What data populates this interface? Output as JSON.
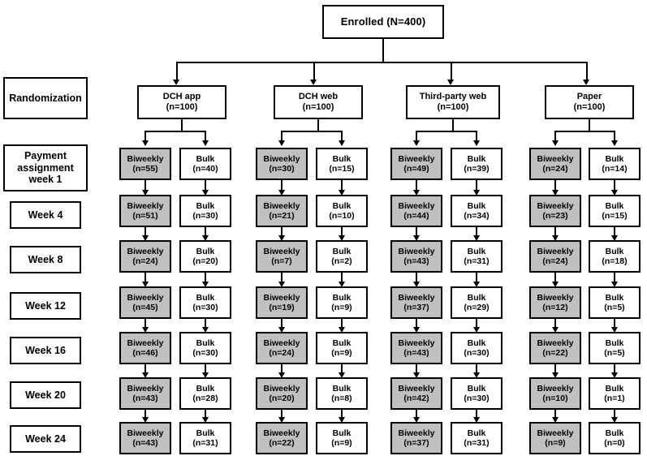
{
  "figure": {
    "type": "consort-flow-diagram",
    "title_box": {
      "label": "Enrolled (N=400)"
    },
    "colors": {
      "biweekly_fill": "#c0c0c0",
      "bulk_fill": "#ffffff",
      "stroke": "#000000",
      "background": "#ffffff"
    }
  },
  "stage_labels": [
    {
      "id": "randomization",
      "lines": [
        "Randomization"
      ]
    },
    {
      "id": "payment-assignment-week-1",
      "lines": [
        "Payment",
        "assignment",
        "week 1"
      ]
    },
    {
      "id": "week-4",
      "lines": [
        "Week 4"
      ]
    },
    {
      "id": "week-8",
      "lines": [
        "Week 8"
      ]
    },
    {
      "id": "week-12",
      "lines": [
        "Week 12"
      ]
    },
    {
      "id": "week-16",
      "lines": [
        "Week 16"
      ]
    },
    {
      "id": "week-20",
      "lines": [
        "Week 20"
      ]
    },
    {
      "id": "week-24",
      "lines": [
        "Week 24"
      ]
    }
  ],
  "groups": [
    {
      "id": "dch-app",
      "name": "DCH app",
      "n_label": "(n=100)"
    },
    {
      "id": "dch-web",
      "name": "DCH web",
      "n_label": "(n=100)"
    },
    {
      "id": "third-party-web",
      "name": "Third-party web",
      "n_label": "(n=100)"
    },
    {
      "id": "paper",
      "name": "Paper",
      "n_label": "(n=100)"
    }
  ],
  "arm_labels": {
    "biweekly": "Biweekly",
    "bulk": "Bulk"
  },
  "rows": [
    {
      "stage": "Payment assignment week 1",
      "cells": [
        {
          "group": "DCH app",
          "biweekly": "(n=55)",
          "bulk": "(n=40)"
        },
        {
          "group": "DCH web",
          "biweekly": "(n=30)",
          "bulk": "(n=15)"
        },
        {
          "group": "Third-party web",
          "biweekly": "(n=49)",
          "bulk": "(n=39)"
        },
        {
          "group": "Paper",
          "biweekly": "(n=24)",
          "bulk": "(n=14)"
        }
      ]
    },
    {
      "stage": "Week 4",
      "cells": [
        {
          "group": "DCH app",
          "biweekly": "(n=51)",
          "bulk": "(n=30)"
        },
        {
          "group": "DCH web",
          "biweekly": "(n=21)",
          "bulk": "(n=10)"
        },
        {
          "group": "Third-party web",
          "biweekly": "(n=44)",
          "bulk": "(n=34)"
        },
        {
          "group": "Paper",
          "biweekly": "(n=23)",
          "bulk": "(n=15)"
        }
      ]
    },
    {
      "stage": "Week 8",
      "cells": [
        {
          "group": "DCH app",
          "biweekly": "(n=24)",
          "bulk": "(n=20)"
        },
        {
          "group": "DCH web",
          "biweekly": "(n=7)",
          "bulk": "(n=2)"
        },
        {
          "group": "Third-party web",
          "biweekly": "(n=43)",
          "bulk": "(n=31)"
        },
        {
          "group": "Paper",
          "biweekly": "(n=24)",
          "bulk": "(n=18)"
        }
      ]
    },
    {
      "stage": "Week 12",
      "cells": [
        {
          "group": "DCH app",
          "biweekly": "(n=45)",
          "bulk": "(n=30)"
        },
        {
          "group": "DCH web",
          "biweekly": "(n=19)",
          "bulk": "(n=9)"
        },
        {
          "group": "Third-party web",
          "biweekly": "(n=37)",
          "bulk": "(n=29)"
        },
        {
          "group": "Paper",
          "biweekly": "(n=12)",
          "bulk": "(n=5)"
        }
      ]
    },
    {
      "stage": "Week 16",
      "cells": [
        {
          "group": "DCH app",
          "biweekly": "(n=46)",
          "bulk": "(n=30)"
        },
        {
          "group": "DCH web",
          "biweekly": "(n=24)",
          "bulk": "(n=9)"
        },
        {
          "group": "Third-party web",
          "biweekly": "(n=43)",
          "bulk": "(n=30)"
        },
        {
          "group": "Paper",
          "biweekly": "(n=22)",
          "bulk": "(n=5)"
        }
      ]
    },
    {
      "stage": "Week 20",
      "cells": [
        {
          "group": "DCH app",
          "biweekly": "(n=43)",
          "bulk": "(n=28)"
        },
        {
          "group": "DCH web",
          "biweekly": "(n=20)",
          "bulk": "(n=8)"
        },
        {
          "group": "Third-party web",
          "biweekly": "(n=42)",
          "bulk": "(n=30)"
        },
        {
          "group": "Paper",
          "biweekly": "(n=10)",
          "bulk": "(n=1)"
        }
      ]
    },
    {
      "stage": "Week 24",
      "cells": [
        {
          "group": "DCH app",
          "biweekly": "(n=43)",
          "bulk": "(n=31)"
        },
        {
          "group": "DCH web",
          "biweekly": "(n=22)",
          "bulk": "(n=9)"
        },
        {
          "group": "Third-party web",
          "biweekly": "(n=37)",
          "bulk": "(n=31)"
        },
        {
          "group": "Paper",
          "biweekly": "(n=9)",
          "bulk": "(n=0)"
        }
      ]
    }
  ]
}
